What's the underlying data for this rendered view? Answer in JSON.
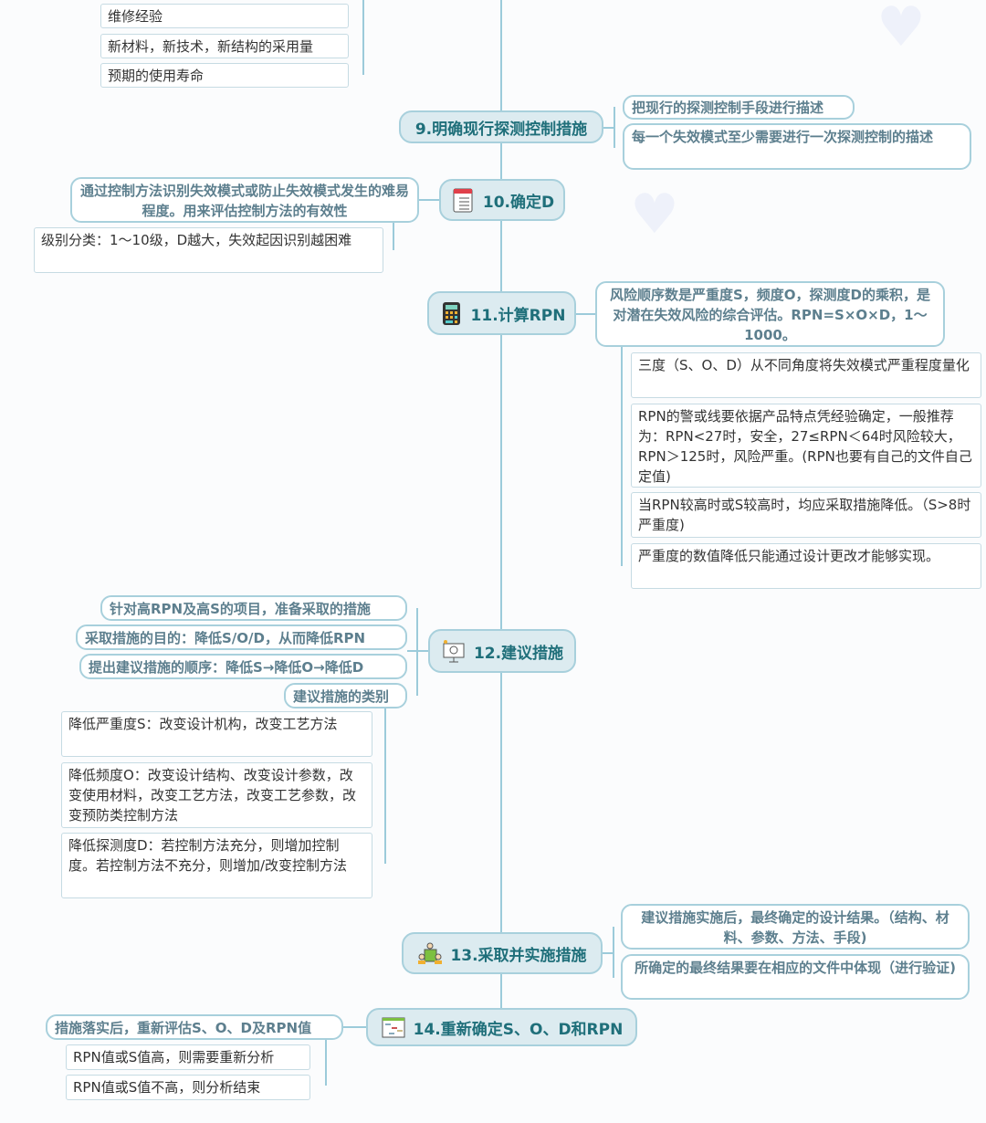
{
  "top_details": [
    "维修经验",
    "新材料，新技术，新结构的采用量",
    "预期的使用寿命"
  ],
  "t9": {
    "label": "9.明确现行探测控制措施",
    "subs": [
      "把现行的探测控制手段进行描述",
      "每一个失效模式至少需要进行一次探测控制的描述"
    ]
  },
  "t10": {
    "label": "10.确定D",
    "icon": "checklist-icon",
    "sub": "通过控制方法识别失效模式或防止失效模式发生的难易程度。用来评估控制方法的有效性",
    "detail": "级别分类：1～10级，D越大，失效起因识别越困难"
  },
  "t11": {
    "label": "11.计算RPN",
    "icon": "calculator-icon",
    "sub": "风险顺序数是严重度S，频度O，探测度D的乘积，是对潜在失效风险的综合评估。RPN=S×O×D，1～1000。",
    "details": [
      "三度（S、O、D）从不同角度将失效模式严重程度量化",
      "RPN的警或线要依据产品特点凭经验确定，一般推荐为：RPN<27时，安全，27≤RPN＜64时风险较大，RPN＞125时，风险严重。(RPN也要有自己的文件自己定值)",
      "当RPN较高时或S较高时，均应采取措施降低。（S>8时严重度)",
      "严重度的数值降低只能通过设计更改才能够实现。"
    ]
  },
  "t12": {
    "label": "12.建议措施",
    "icon": "presentation-icon",
    "subs": [
      "针对高RPN及高S的项目，准备采取的措施",
      "采取措施的目的：降低S/O/D，从而降低RPN",
      "提出建议措施的顺序：降低S→降低O→降低D",
      "建议措施的类别"
    ],
    "details": [
      "降低严重度S：改变设计机构，改变工艺方法",
      "降低频度O：改变设计结构、改变设计参数，改变使用材料，改变工艺方法，改变工艺参数，改变预防类控制方法",
      "降低探测度D：若控制方法充分，则增加控制度。若控制方法不充分，则增加/改变控制方法"
    ]
  },
  "t13": {
    "label": "13.采取并实施措施",
    "icon": "meeting-icon",
    "subs": [
      "建议措施实施后，最终确定的设计结果。（结构、材料、参数、方法、手段)",
      "所确定的最终结果要在相应的文件中体现（进行验证)"
    ]
  },
  "t14": {
    "label": "14.重新确定S、O、D和RPN",
    "icon": "flowchart-icon",
    "sub": "措施落实后，重新评估S、O、D及RPN值",
    "details": [
      "RPN值或S值高，则需要重新分析",
      "RPN值或S值不高，则分析结束"
    ]
  }
}
